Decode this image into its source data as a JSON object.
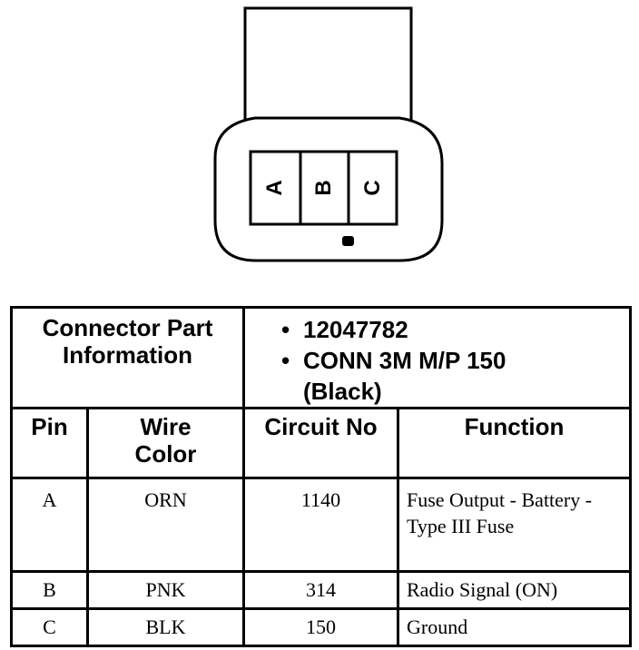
{
  "connector": {
    "pins": [
      "A",
      "B",
      "C"
    ]
  },
  "table": {
    "info_label_line1": "Connector Part",
    "info_label_line2": "Information",
    "info_items": [
      "12047782",
      "CONN 3M M/P 150",
      "(Black)"
    ],
    "bullet": "•",
    "headers": {
      "pin": "Pin",
      "wire_color_line1": "Wire",
      "wire_color_line2": "Color",
      "circuit_no": "Circuit No",
      "function": "Function"
    },
    "rows": [
      {
        "pin": "A",
        "wire_color": "ORN",
        "circuit_no": "1140",
        "function": "Fuse Output - Battery - Type III Fuse"
      },
      {
        "pin": "B",
        "wire_color": "PNK",
        "circuit_no": "314",
        "function": "Radio Signal (ON)"
      },
      {
        "pin": "C",
        "wire_color": "BLK",
        "circuit_no": "150",
        "function": "Ground"
      }
    ]
  }
}
